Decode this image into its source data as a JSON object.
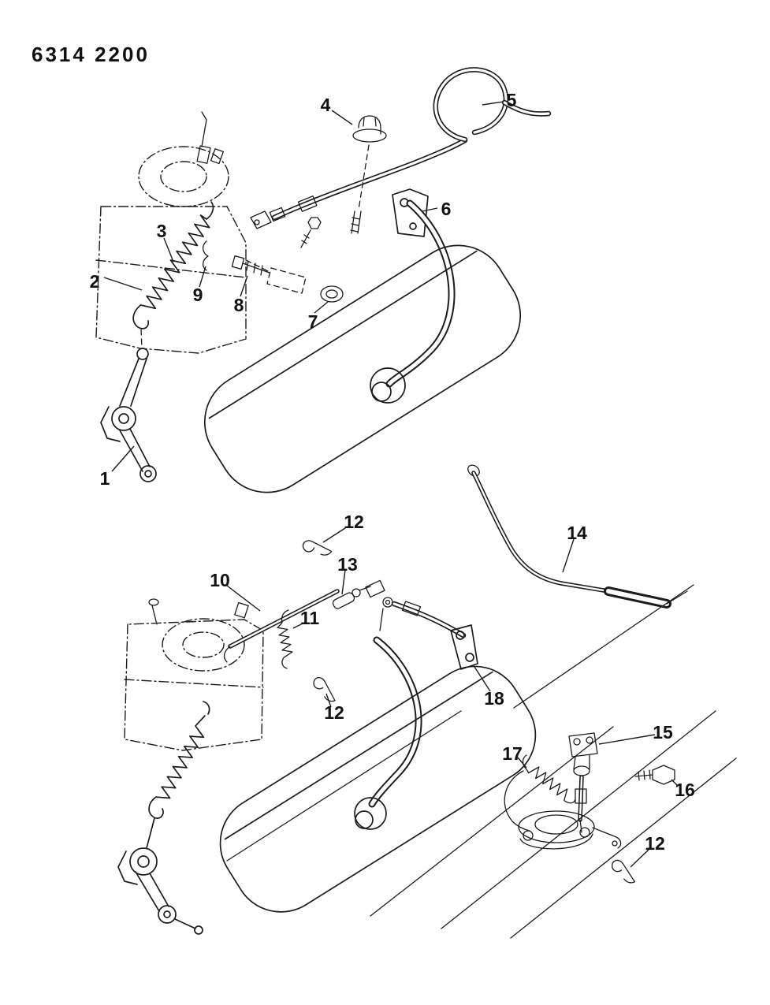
{
  "page": {
    "background": "#ffffff",
    "ink": "#1c1c1c"
  },
  "header": {
    "part_code": "6314 2200"
  },
  "callouts": {
    "c1": "1",
    "c2": "2",
    "c3": "3",
    "c4": "4",
    "c5": "5",
    "c6": "6",
    "c7": "7",
    "c8": "8",
    "c9": "9",
    "c10": "10",
    "c11": "11",
    "c12": "12",
    "c13": "13",
    "c14": "14",
    "c15": "15",
    "c16": "16",
    "c17": "17",
    "c18": "18"
  }
}
